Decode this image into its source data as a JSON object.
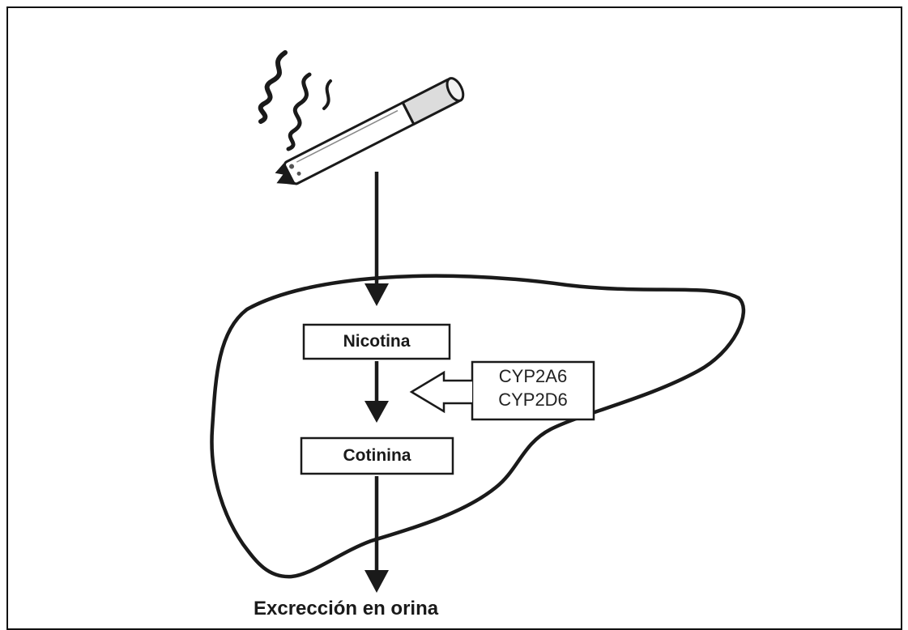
{
  "diagram": {
    "nodes": {
      "nicotina": "Nicotina",
      "cotinina": "Cotinina"
    },
    "enzymes": [
      "CYP2A6",
      "CYP2D6"
    ],
    "output": "Excrección en orina"
  },
  "icons": {
    "source": "cigarette-icon",
    "organ": "liver-outline"
  },
  "colors": {
    "ink": "#1a1a1a",
    "background": "#ffffff"
  }
}
